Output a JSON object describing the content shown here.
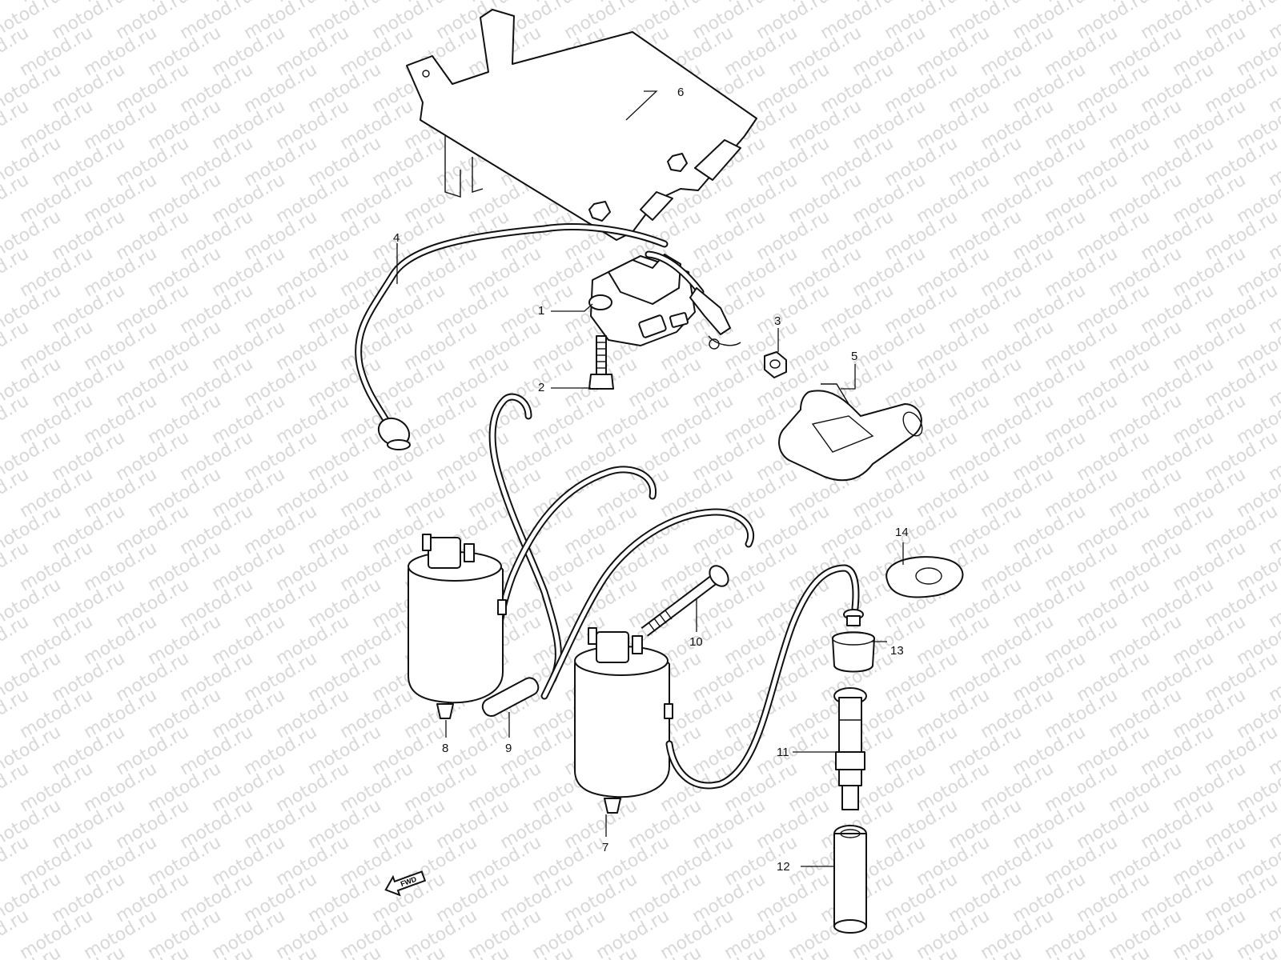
{
  "watermark": {
    "text": "motod.ru"
  },
  "callouts": {
    "c1": "1",
    "c2": "2",
    "c3": "3",
    "c4": "4",
    "c5": "5",
    "c6": "6",
    "c7": "7",
    "c8": "8",
    "c9": "9",
    "c10": "10",
    "c11": "11",
    "c12": "12",
    "c13": "13",
    "c14": "14"
  },
  "direction_marker": {
    "label": "FWD"
  }
}
